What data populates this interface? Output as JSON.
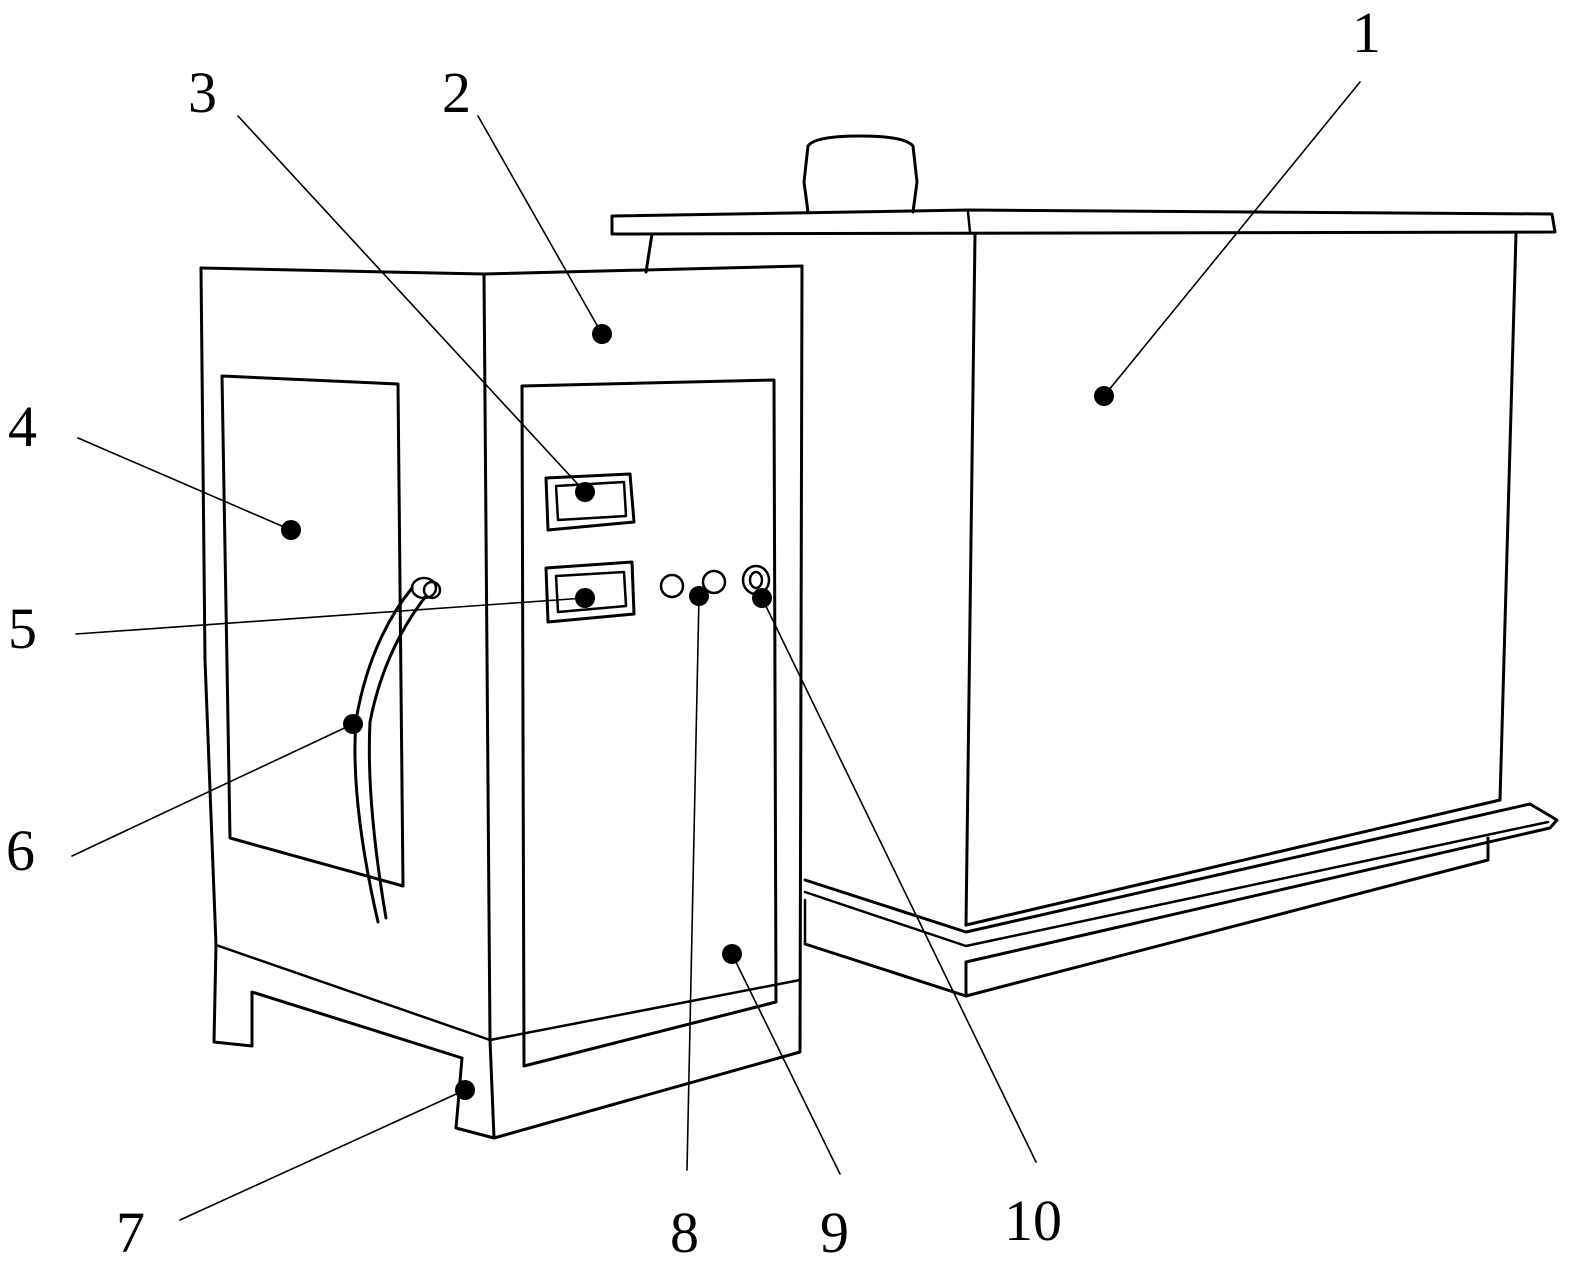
{
  "figure": {
    "callouts": {
      "c1": "1",
      "c2": "2",
      "c3": "3",
      "c4": "4",
      "c5": "5",
      "c6": "6",
      "c7": "7",
      "c8": "8",
      "c9": "9",
      "c10": "10"
    }
  }
}
